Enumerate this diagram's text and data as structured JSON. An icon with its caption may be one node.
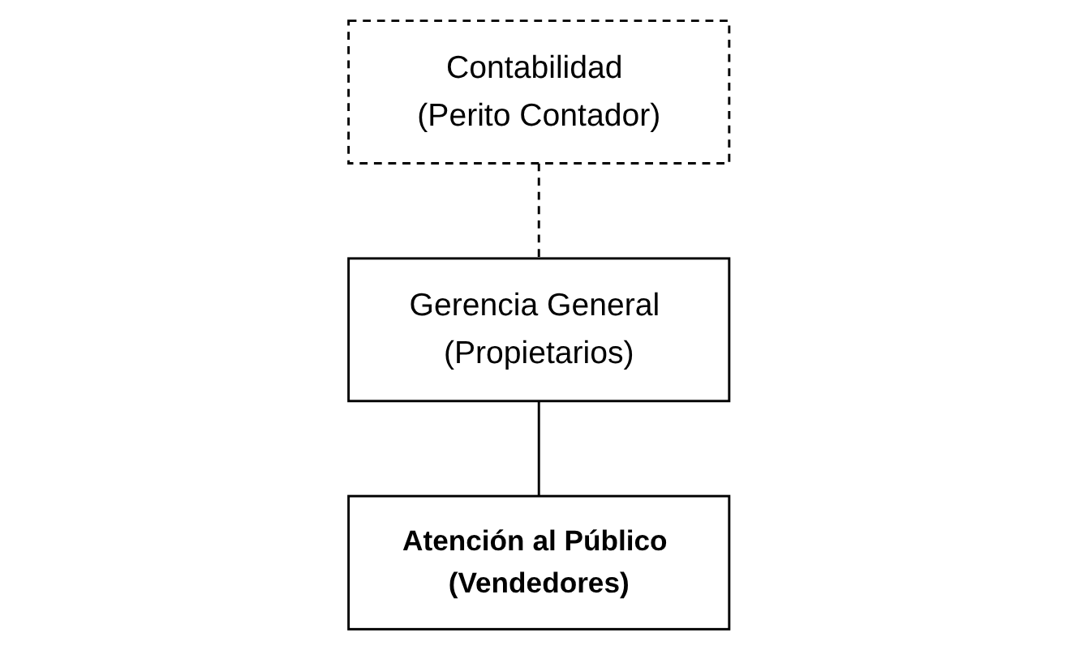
{
  "diagram": {
    "nodes": [
      {
        "text": [
          "Gerencia General (Propietarios)"
        ]
      },
      {
        "text": [
          "Atención al Público (Vendedores)"
        ]
      },
      {
        "text": [
          "Contabilidad (Perito Contador)"
        ]
      }
    ],
    "edges": [
      {
        "from": 0,
        "to": 1,
        "arrow": "none"
      },
      {
        "from": 2,
        "to": 0,
        "arrow": "none",
        "style": "dashed"
      }
    ]
  }
}
